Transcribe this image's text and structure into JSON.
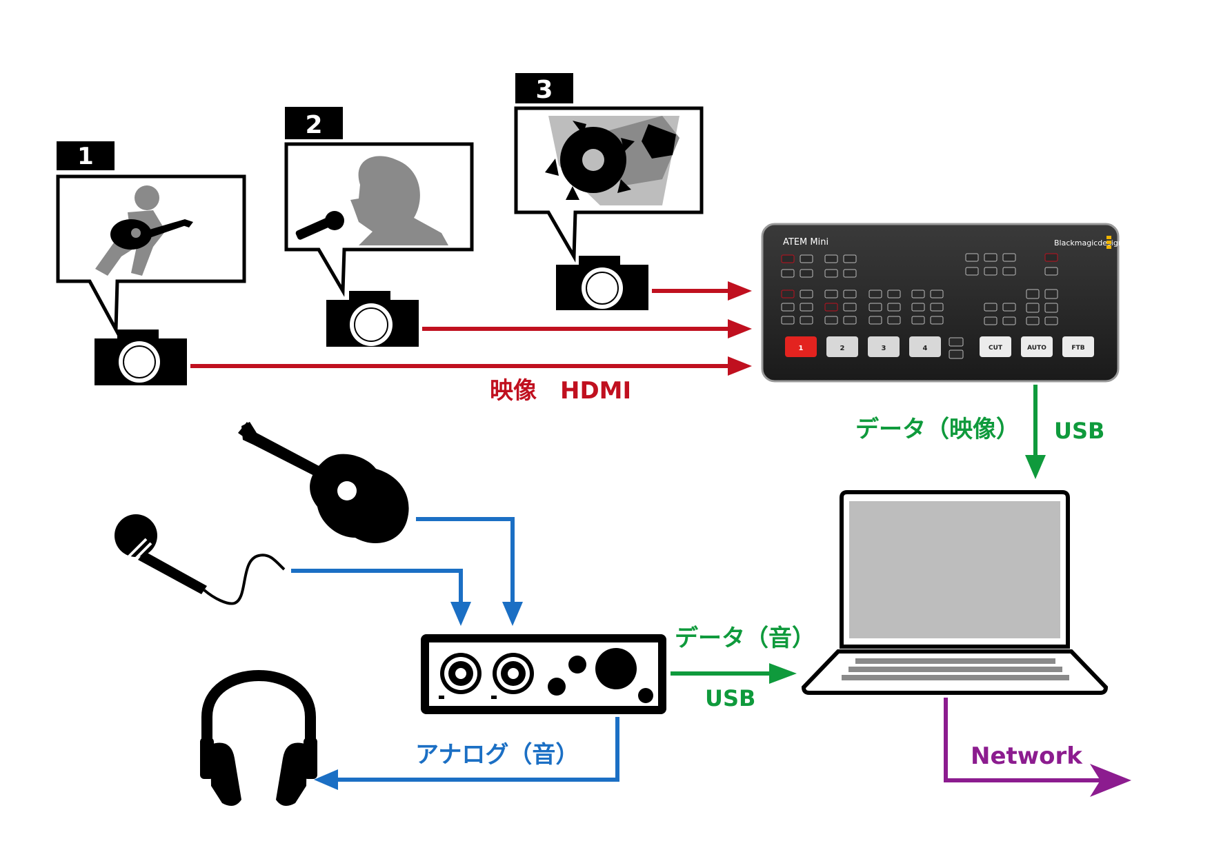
{
  "colors": {
    "video": "#c0101f",
    "usb": "#0f9a3c",
    "audio": "#1b6fc4",
    "network": "#8c1c8f",
    "ink": "#000000",
    "gray": "#8a8a8a",
    "lightgray": "#bdbdbd"
  },
  "cameras": [
    {
      "badge": "1",
      "content": "guitarist"
    },
    {
      "badge": "2",
      "content": "singer"
    },
    {
      "badge": "3",
      "content": "gears"
    }
  ],
  "switcher": {
    "model": "ATEM Mini",
    "brand": "Blackmagicdesign",
    "input_buttons": [
      "1",
      "2",
      "3",
      "4"
    ],
    "transition_buttons": [
      "CUT",
      "AUTO",
      "FTB"
    ]
  },
  "labels": {
    "video_hdmi": "映像　HDMI",
    "data_video": "データ（映像）",
    "usb_video": "USB",
    "data_audio": "データ（音）",
    "usb_audio": "USB",
    "analog_audio": "アナログ（音）",
    "network": "Network"
  }
}
